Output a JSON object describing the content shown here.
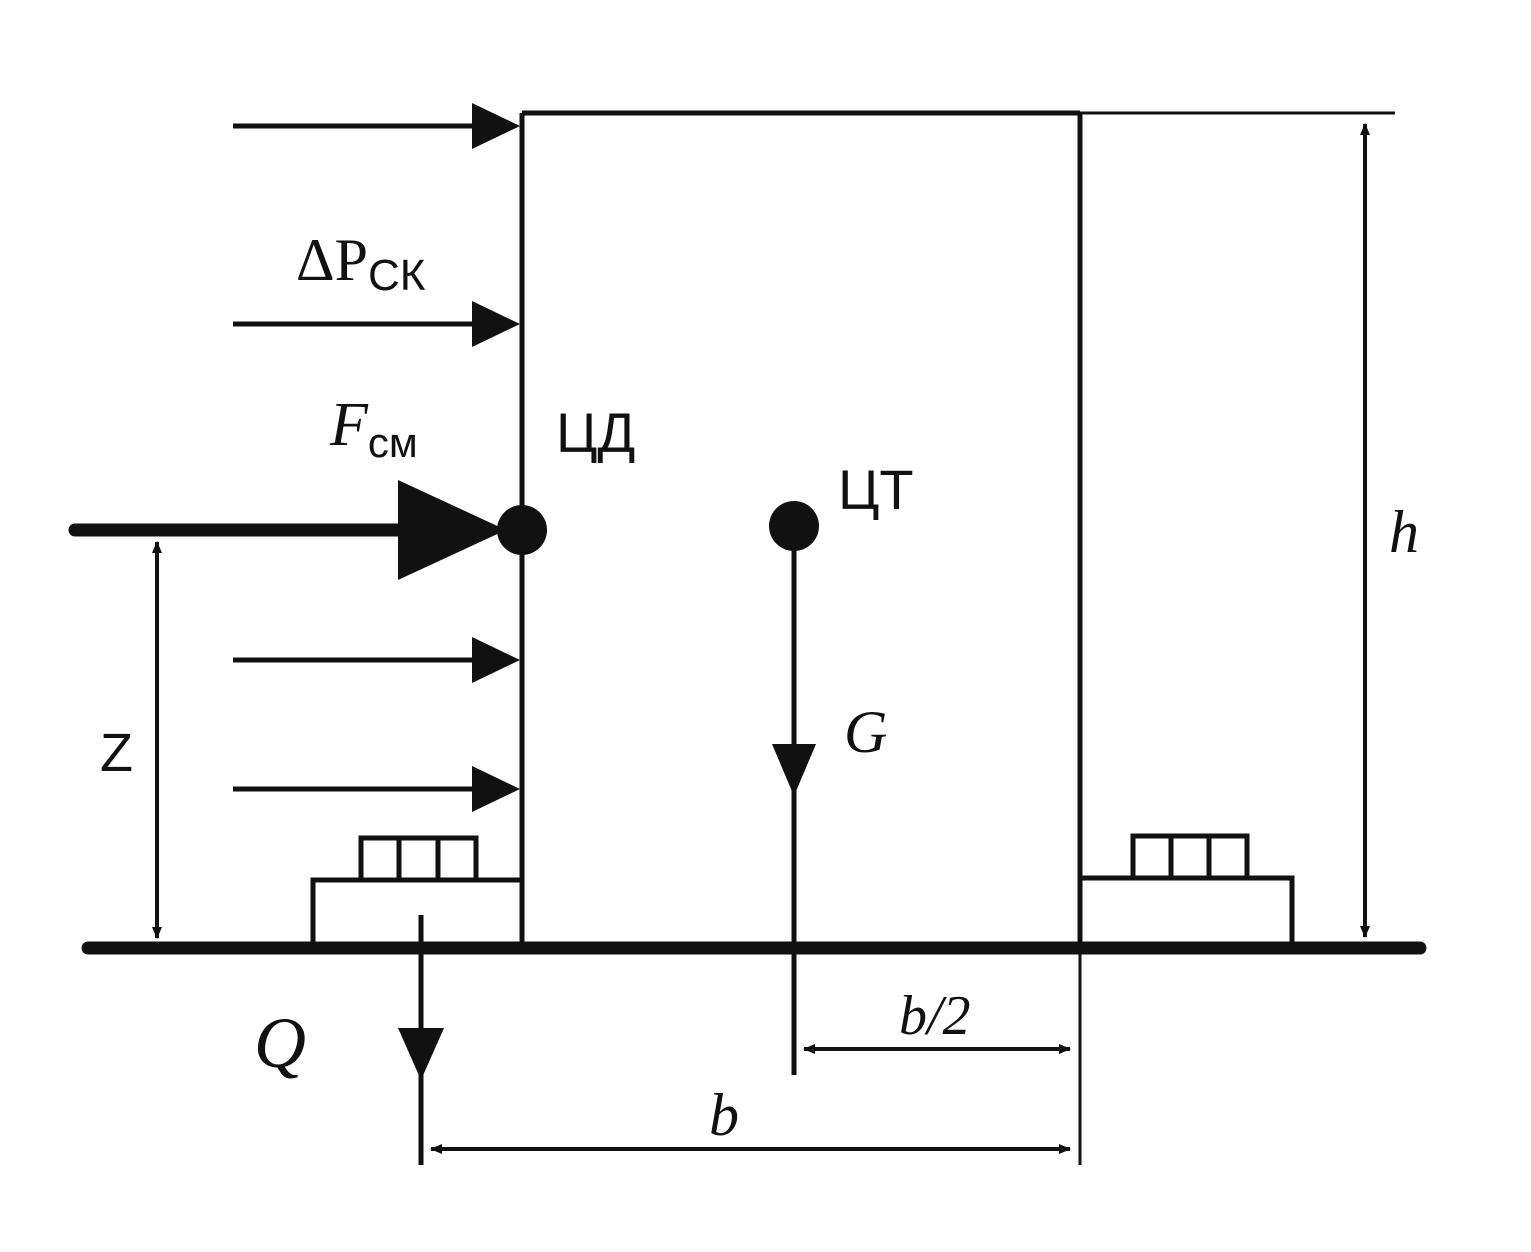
{
  "labels": {
    "delta_p": "ΔP",
    "delta_p_sub": "СК",
    "f_sm": "F",
    "f_sm_sub": "см",
    "center_pressure": "ЦД",
    "center_gravity": "ЦТ",
    "gravity": "G",
    "height": "h",
    "z": "Z",
    "q": "Q",
    "half_base": "b/2",
    "base": "b"
  },
  "colors": {
    "ink": "#111111",
    "background": "#ffffff"
  }
}
